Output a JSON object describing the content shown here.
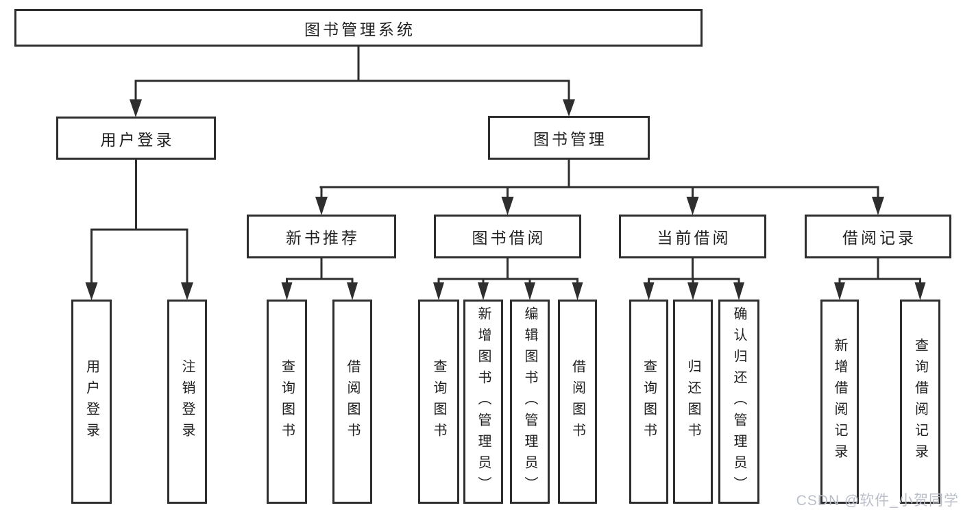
{
  "diagram": {
    "root": {
      "label": "图书管理系统"
    },
    "branches": [
      {
        "label": "用户登录",
        "children": [
          {
            "label": "用户登录"
          },
          {
            "label": "注销登录"
          }
        ]
      },
      {
        "label": "图书管理",
        "children": [
          {
            "label": "新书推荐",
            "children": [
              {
                "label": "查询图书"
              },
              {
                "label": "借阅图书"
              }
            ]
          },
          {
            "label": "图书借阅",
            "children": [
              {
                "label": "查询图书"
              },
              {
                "label": "新增图书（管理员）"
              },
              {
                "label": "编辑图书（管理员）"
              },
              {
                "label": "借阅图书"
              }
            ]
          },
          {
            "label": "当前借阅",
            "children": [
              {
                "label": "查询图书"
              },
              {
                "label": "归还图书"
              },
              {
                "label": "确认归还（管理员）"
              }
            ]
          },
          {
            "label": "借阅记录",
            "children": [
              {
                "label": "新增借阅记录"
              },
              {
                "label": "查询借阅记录"
              }
            ]
          }
        ]
      }
    ],
    "colors": {
      "line": "#2e2e2e",
      "text": "#1f1f1f",
      "watermark": "#b9bec8",
      "background": "#ffffff"
    },
    "watermark": "CSDN @软件_小贺同学"
  }
}
